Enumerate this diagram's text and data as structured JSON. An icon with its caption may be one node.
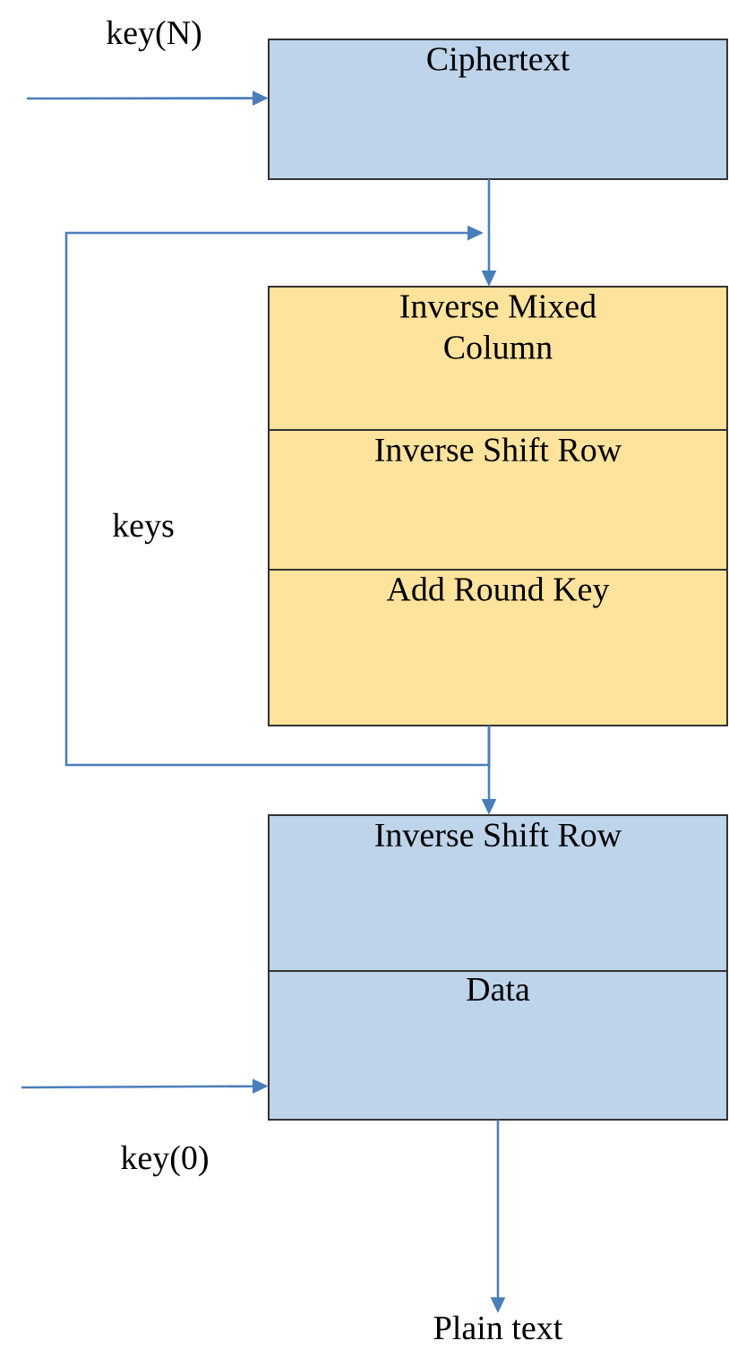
{
  "diagram": {
    "nodes": [
      {
        "text": [
          "Ciphertext"
        ]
      },
      {
        "text": [],
        "shape": "box"
      },
      {
        "text": [
          "Inverse Mixed Column"
        ],
        "in": 1
      },
      {
        "text": [
          "Inverse Shift Row"
        ],
        "in": 1
      },
      {
        "text": [
          "Add Round Key"
        ],
        "in": 1
      },
      {
        "text": [],
        "shape": "box"
      },
      {
        "text": [
          "Inverse Shift Row"
        ],
        "in": 5
      },
      {
        "text": [
          "Data"
        ],
        "in": 5
      },
      {
        "text": [
          "Plain text"
        ]
      }
    ],
    "edges": [
      {
        "from": null,
        "to": 0,
        "arrow": "to",
        "label": "key(N)"
      },
      {
        "from": 0,
        "to": 1,
        "arrow": "to"
      },
      {
        "from": 1,
        "to": null,
        "arrow": "to",
        "label": "keys"
      },
      {
        "from": 1,
        "to": 5,
        "arrow": "to"
      },
      {
        "from": null,
        "to": 5,
        "arrow": "to",
        "label": "key(0)"
      },
      {
        "from": 5,
        "to": 8,
        "arrow": "to"
      }
    ]
  }
}
